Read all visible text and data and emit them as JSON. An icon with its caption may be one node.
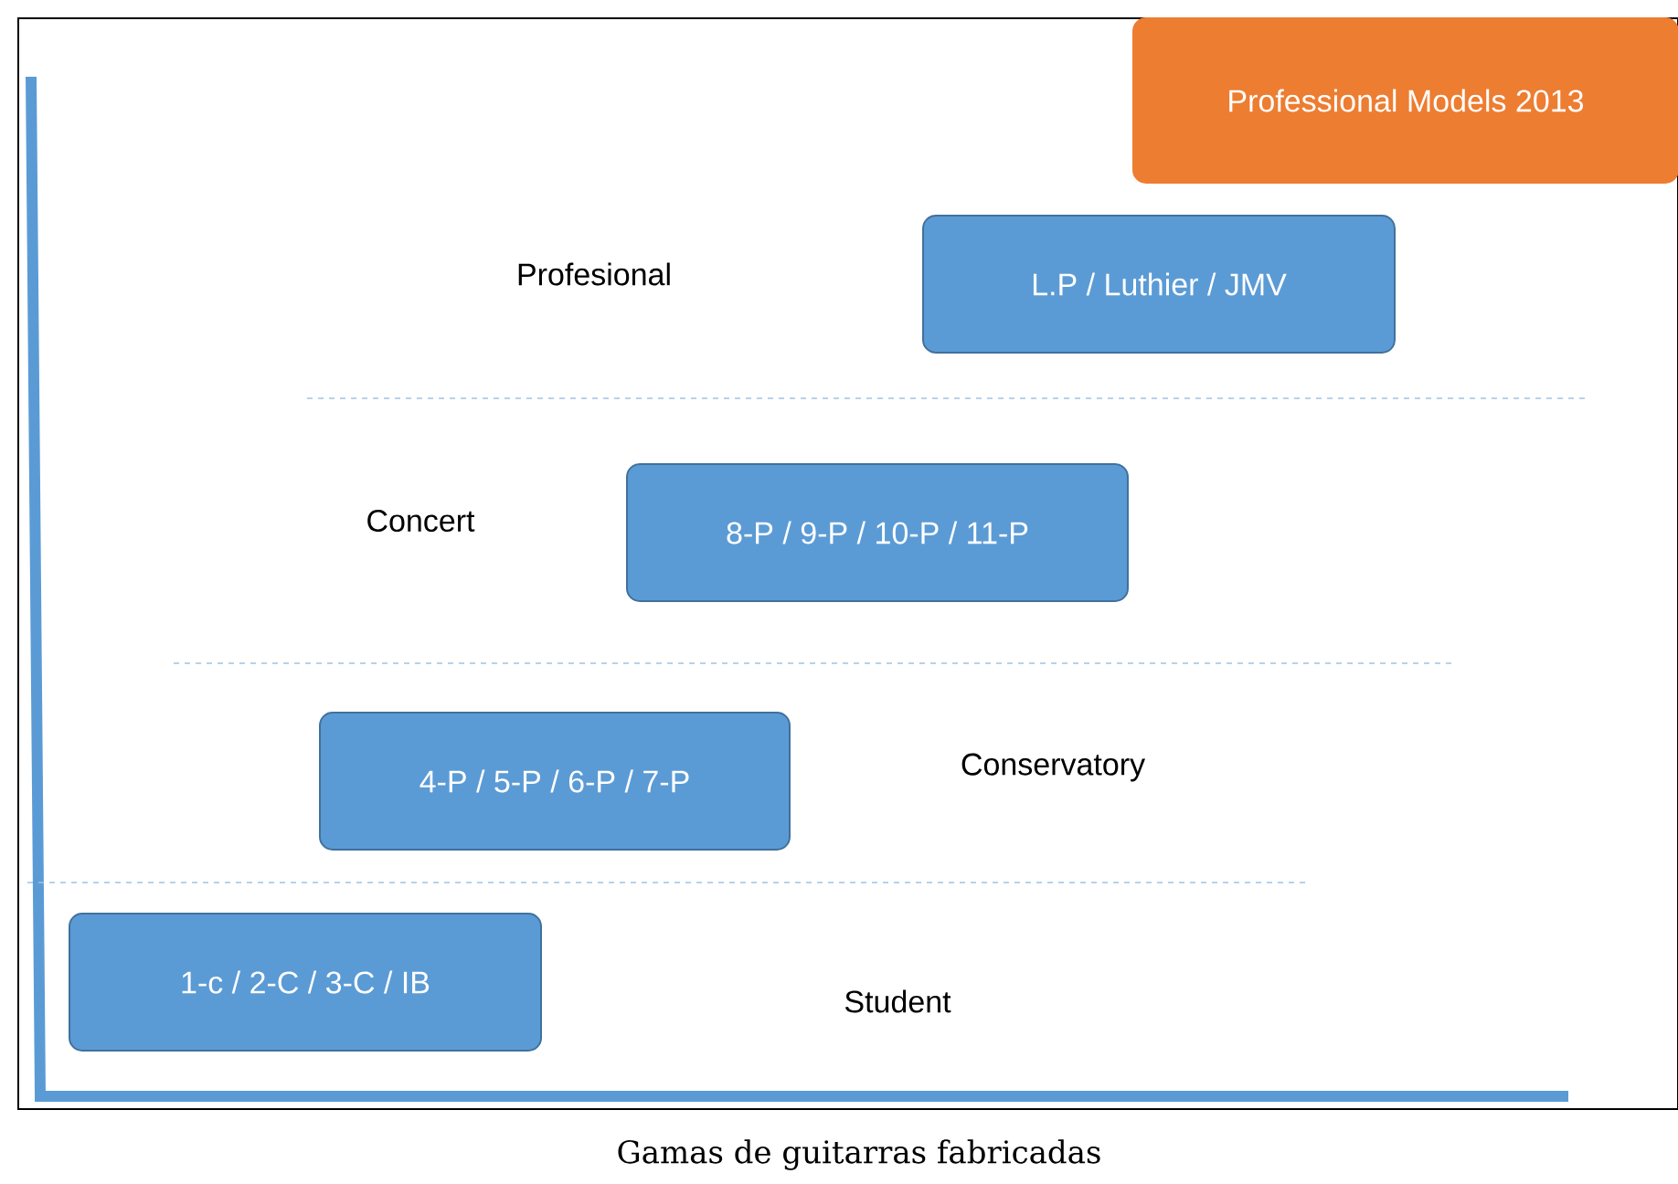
{
  "diagram": {
    "caption": "Gamas de guitarras fabricadas",
    "nodes": [
      {
        "text": [
          "Professional Models 2013"
        ]
      },
      {
        "text": [
          "L.P / Luthier  / JMV"
        ]
      },
      {
        "text": [
          "8-P / 9-P / 10-P / 11-P"
        ]
      },
      {
        "text": [
          "4-P / 5-P / 6-P / 7-P"
        ]
      },
      {
        "text": [
          "1-c / 2-C / 3-C / IB"
        ]
      }
    ],
    "labels": [
      "Profesional",
      "Concert",
      "Conservatory",
      "Student"
    ]
  }
}
